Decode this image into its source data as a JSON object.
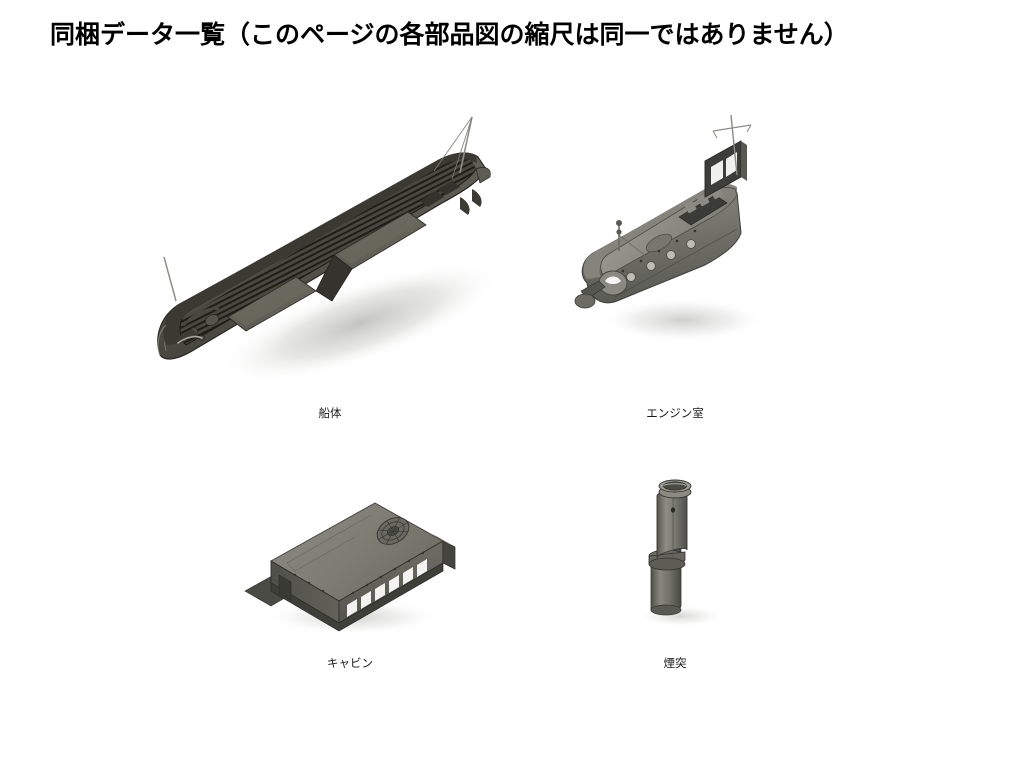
{
  "page": {
    "background_color": "#ffffff",
    "title": "同梱データ一覧（このページの各部品図の縮尺は同一ではありません）"
  },
  "palette": {
    "hull_dark": "#2c2b26",
    "hull_mid": "#57564e",
    "hull_light": "#6f6e64",
    "metal_dark": "#4d4d49",
    "metal_mid": "#7b7b74",
    "metal_light": "#9a9a92",
    "highlight": "#c3c3bb",
    "shadow": "#d8d8d6",
    "text": "#1a1a1a"
  },
  "parts": [
    {
      "id": "hull",
      "caption": "船体",
      "icon_name": "ship-hull-render",
      "description": "長船体の3D CADレンダリング（甲板板張り・前後マスト付き）"
    },
    {
      "id": "engine-room",
      "caption": "エンジン室",
      "icon_name": "engine-room-render",
      "description": "エンジン室モジュールの3D CADレンダリング（マスト・隔壁窓付き）"
    },
    {
      "id": "cabin",
      "caption": "キャビン",
      "icon_name": "cabin-render",
      "description": "キャビンの3D CADレンダリング（側面窓列・屋根ファン付き）"
    },
    {
      "id": "funnel",
      "caption": "煙突",
      "icon_name": "funnel-render",
      "description": "煙突の3D CADレンダリング（円筒形・中央バンド付き）"
    }
  ]
}
